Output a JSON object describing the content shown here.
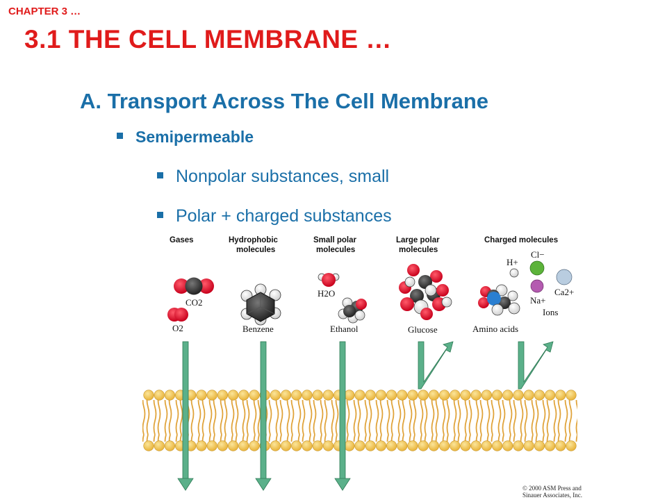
{
  "slide": {
    "chapter": "CHAPTER 3 …",
    "title": "3.1  THE CELL MEMBRANE …",
    "heading": "A.  Transport Across The Cell Membrane",
    "bullets": [
      "Semipermeable",
      "Nonpolar substances, small",
      "Polar + charged substances"
    ]
  },
  "diagram": {
    "categories": [
      {
        "l1": "Gases",
        "l2": ""
      },
      {
        "l1": "Hydrophobic",
        "l2": "molecules"
      },
      {
        "l1": "Small polar",
        "l2": "molecules"
      },
      {
        "l1": "Large polar",
        "l2": "molecules"
      },
      {
        "l1": "Charged molecules",
        "l2": ""
      }
    ],
    "molecules": {
      "co2": "CO2",
      "o2": "O2",
      "benzene": "Benzene",
      "h2o": "H2O",
      "ethanol": "Ethanol",
      "glucose": "Glucose",
      "amino_acids": "Amino acids",
      "h_plus": "H+",
      "cl_minus": "Cl−",
      "na_plus": "Na+",
      "ca2_plus": "Ca2+",
      "ions": "Ions"
    },
    "copyright_l1": "© 2000 ASM Press and",
    "copyright_l2": "Sinauer Associates, Inc.",
    "colors": {
      "arrow": "#5bb08a",
      "arrow_edge": "#2e7a55",
      "head": "#f2c14e",
      "tail": "#e0a33a",
      "red": "#e8112d",
      "dark": "#333333"
    }
  }
}
